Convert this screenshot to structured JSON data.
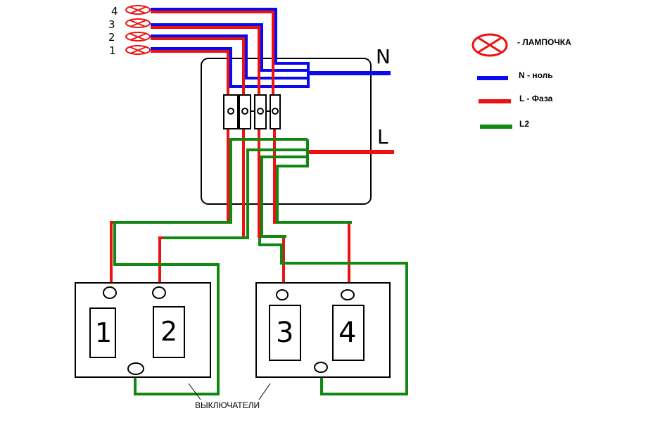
{
  "colors": {
    "neutral": "#0a0aee",
    "phase": "#ee1111",
    "l2": "#118811",
    "lamp": "#ee1111",
    "outline": "#000000"
  },
  "lamps": [
    {
      "label": "4"
    },
    {
      "label": "3"
    },
    {
      "label": "2"
    },
    {
      "label": "1"
    }
  ],
  "junction_box": {
    "n_label": "N",
    "l_label": "L"
  },
  "switches": [
    {
      "keys": [
        "1",
        "2"
      ]
    },
    {
      "keys": [
        "3",
        "4"
      ]
    }
  ],
  "switches_caption": "ВЫКЛЮЧАТЕЛИ",
  "legend": {
    "lamp_text": "-  ЛАМПОЧКА",
    "neutral_text": "N - ноль",
    "phase_text": "L - Фаза",
    "l2_text": "L2"
  }
}
